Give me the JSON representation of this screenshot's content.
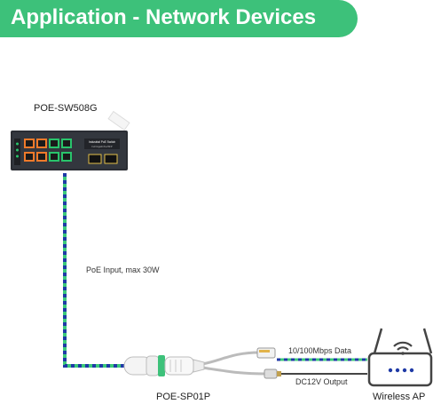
{
  "banner": {
    "title": "Application - Network Devices",
    "color": "#3dc17a"
  },
  "switch": {
    "model_label": "POE-SW508G",
    "plate_line1": "Industrial PoE Switch",
    "plate_line2": "Full Gigabit 8+2SFP",
    "port_accent": "#f07a2a",
    "led_color": "#29c46b"
  },
  "splitter": {
    "model_label": "POE-SP01P"
  },
  "ap": {
    "label": "Wireless AP"
  },
  "cables": {
    "poe_input_label": "PoE Input, max 30W",
    "data_label": "10/100Mbps Data",
    "power_label": "DC12V Output",
    "stripe_blue": "#1f3aa6",
    "stripe_green": "#3cc97a"
  }
}
